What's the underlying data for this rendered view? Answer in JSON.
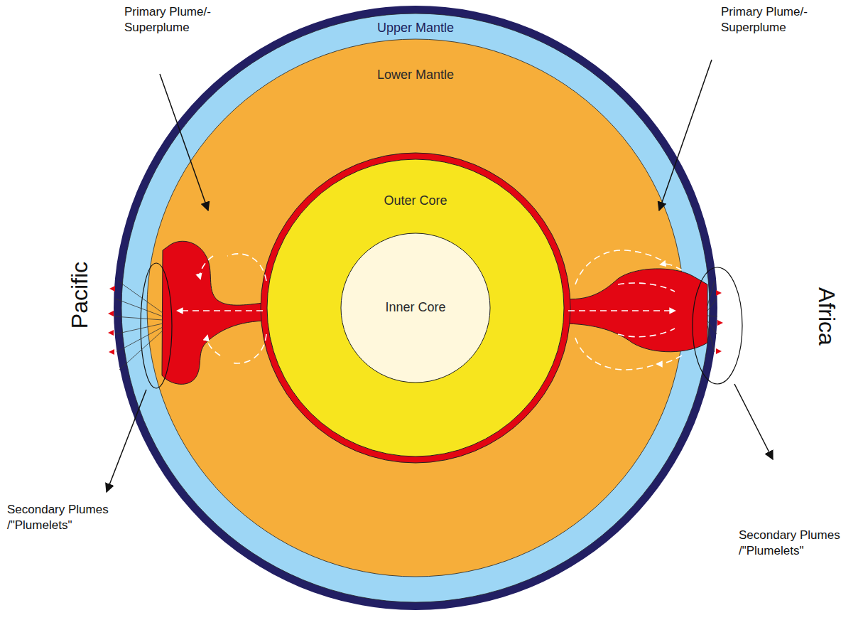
{
  "diagram": {
    "nodes": [
      {
        "text": [
          "Upper Mantle"
        ]
      },
      {
        "text": [
          "Lower Mantle"
        ],
        "in": 0
      },
      {
        "text": [
          "Outer Core"
        ],
        "in": 1
      },
      {
        "text": [
          "Inner Core"
        ],
        "in": 2
      }
    ],
    "labels": [
      "Primary Plume/- Superplume",
      "Primary Plume/- Superplume",
      "Pacific",
      "Africa",
      "Secondary Plumes /\"Plumelets\"",
      "Secondary Plumes /\"Plumelets\""
    ]
  }
}
